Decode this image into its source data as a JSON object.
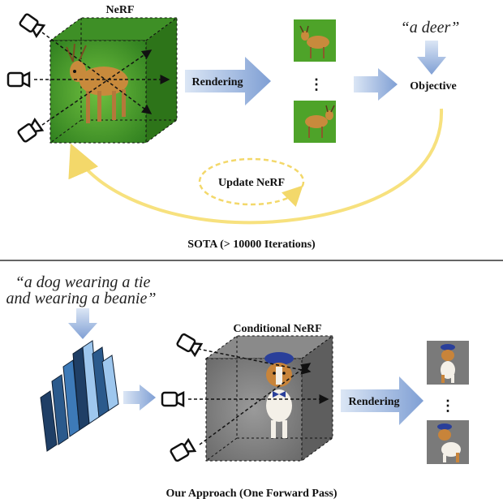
{
  "top": {
    "nerf_label": "NeRF",
    "rendering_label": "Rendering",
    "prompt": "“a deer”",
    "objective_label": "Objective",
    "ellipsis": "⋮",
    "update_label": "Update NeRF",
    "caption": "SOTA (> 10000 Iterations)"
  },
  "bottom": {
    "prompt_line1": "“a dog wearing a tie",
    "prompt_line2": "and wearing a beanie”",
    "cnerf_label": "Conditional NeRF",
    "rendering_label": "Rendering",
    "ellipsis": "⋮",
    "caption": "Our Approach (One Forward Pass)"
  },
  "colors": {
    "arrow_blue": "#8aa8d8",
    "arrow_yellow": "#f7e17e",
    "cube_green": "#4a9a2a",
    "cube_gray": "#7a7a7a",
    "layer_dark": "#1f3f66",
    "layer_light": "#9ec7ee"
  }
}
